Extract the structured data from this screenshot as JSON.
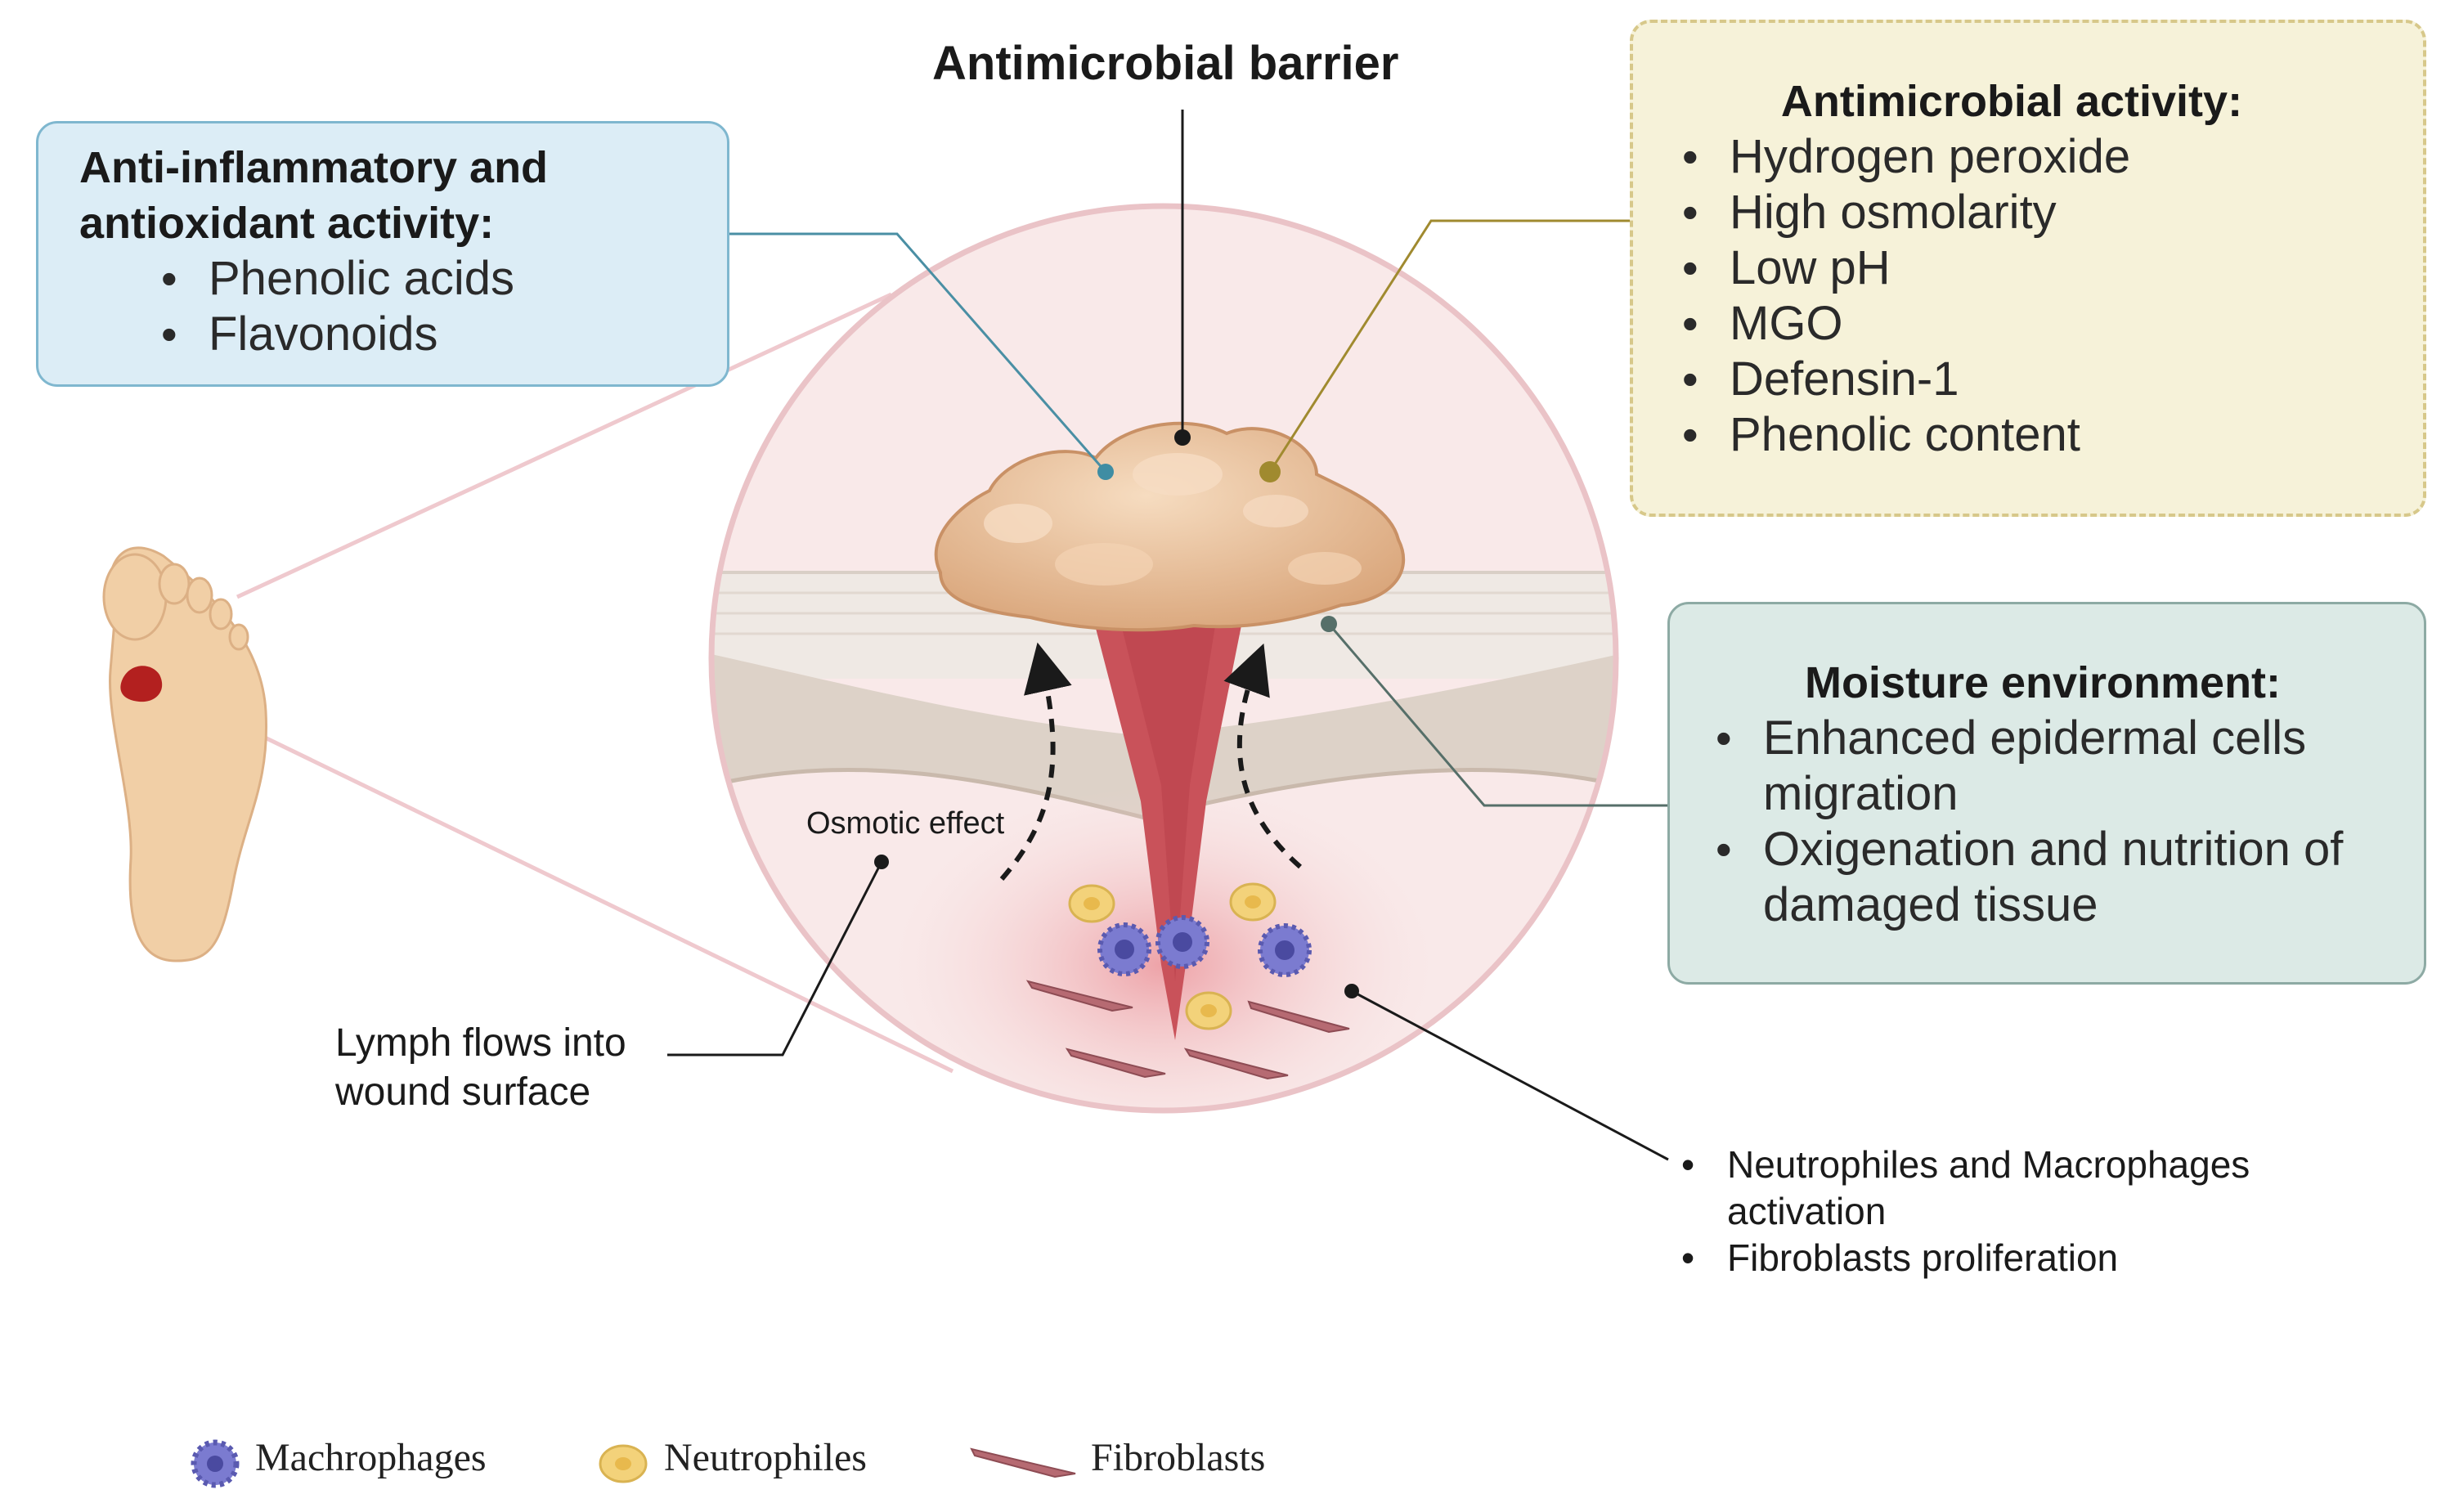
{
  "title": "Antimicrobial barrier",
  "anti_inflammatory": {
    "title_line1": "Anti-inflammatory and",
    "title_line2": "antioxidant activity:",
    "items": [
      "Phenolic acids",
      "Flavonoids"
    ]
  },
  "antimicrobial": {
    "title": "Antimicrobial activity:",
    "items": [
      "Hydrogen peroxide",
      "High osmolarity",
      "Low pH",
      "MGO",
      "Defensin-1",
      "Phenolic content"
    ]
  },
  "moisture": {
    "title": "Moisture environment:",
    "items": [
      "Enhanced epidermal cells migration",
      "Oxigenation and nutrition of damaged tissue"
    ]
  },
  "osmotic_label": "Osmotic effect",
  "lymph_label": {
    "line1": "Lymph flows into",
    "line2": "wound surface"
  },
  "cell_effects": [
    "Neutrophiles and Macrophages activation",
    "Fibroblasts proliferation"
  ],
  "legend": [
    {
      "label": "Machrophages",
      "icon": "macrophage-icon",
      "color": "#6f6fc0"
    },
    {
      "label": "Neutrophiles",
      "icon": "neutrophil-icon",
      "color": "#f2d479"
    },
    {
      "label": "Fibroblasts",
      "icon": "fibroblast-icon",
      "color": "#b66a72"
    }
  ],
  "colors": {
    "anti_inflammatory_box": "#dcedf6",
    "antimicrobial_box": "#f6f2d9",
    "moisture_box": "#dceae6",
    "wound": "#c9525a",
    "honey": "#e7b98e"
  }
}
